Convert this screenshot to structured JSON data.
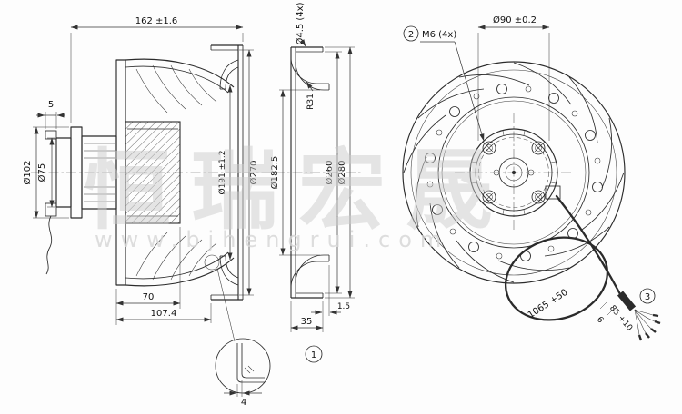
{
  "watermark": {
    "brand": "恒瑞宏晟",
    "url": "www.bjhengrui.com"
  },
  "side_view": {
    "dim_width": "162 ±1.6",
    "dim_step": "5",
    "dim_motor_od": "Ø102",
    "dim_endcap_od": "Ø75",
    "dim_bolt_ring": "Ø191 ±1.2",
    "dim_plate_od": "Ø270",
    "dim_hub_depth": "70",
    "dim_total_depth": "107.4",
    "detail_thickness": "4"
  },
  "profile_view": {
    "dim_hole": "Ø4.5 (4x)",
    "dim_radius": "R31",
    "dim_inlet": "Ø182.5",
    "dim_inner": "Ø260",
    "dim_outer": "Ø280",
    "dim_depth": "35",
    "dim_lip": "1.5",
    "callout": "1"
  },
  "front_view": {
    "dim_bolt_circle": "Ø90 ±0.2",
    "label_thread": "M6 (4x)",
    "callout_mount": "2",
    "dim_cable_length": "1065 +50",
    "dim_strip_a": "6",
    "dim_strip_b": "85 +10",
    "callout_cable": "3"
  }
}
